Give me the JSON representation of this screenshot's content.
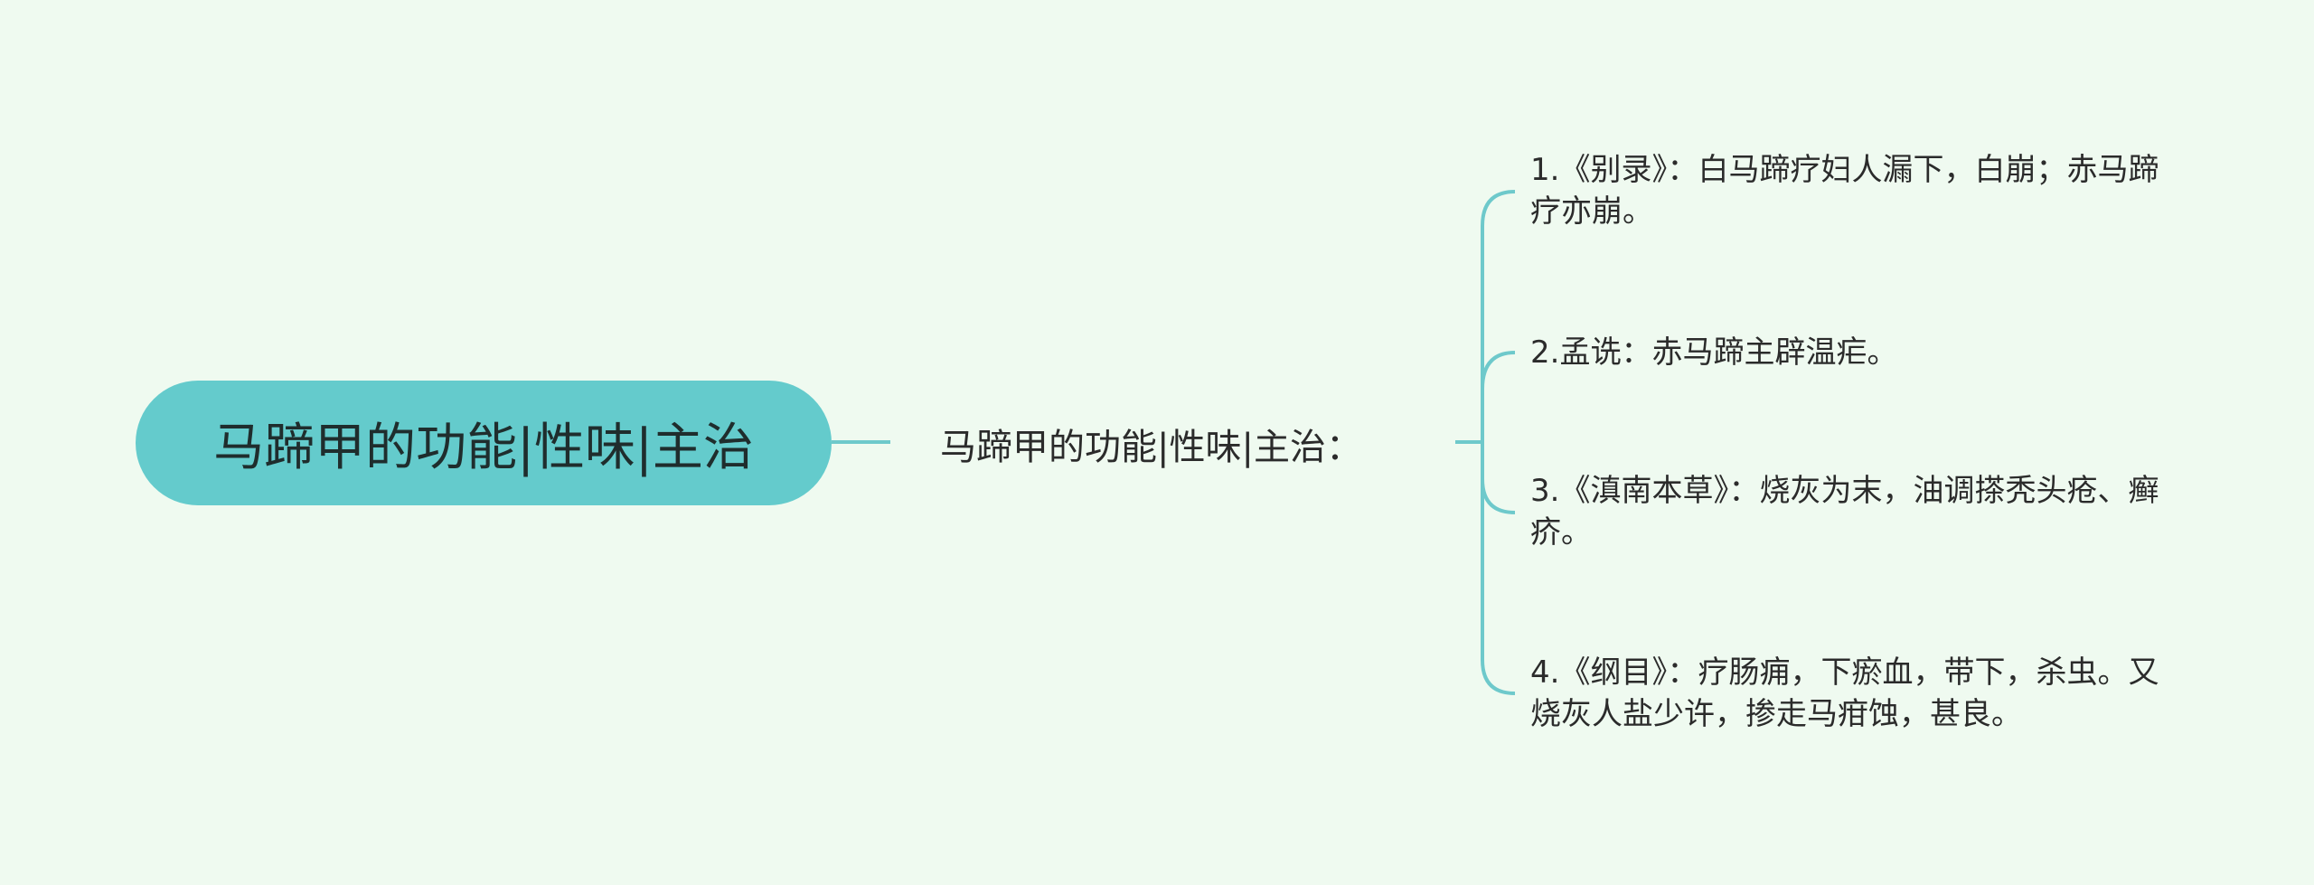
{
  "root": {
    "label": "马蹄甲的功能|性味|主治"
  },
  "subtopic": {
    "label": "马蹄甲的功能|性味|主治："
  },
  "items": [
    {
      "text": "1.《别录》：白马蹄疗妇人漏下，白崩；赤马蹄疗亦崩。"
    },
    {
      "text": "2.孟诜：赤马蹄主辟温疟。"
    },
    {
      "text": "3.《滇南本草》：烧灰为末，油调搽秃头疮、癣疥。"
    },
    {
      "text": "4.《纲目》：疗肠痈，下瘀血，带下，杀虫。又烧灰人盐少许，掺走马疳蚀，甚良。"
    }
  ],
  "colors": {
    "background": "#effaf0",
    "accent": "#64cbcc",
    "connector": "#6ec9cb"
  }
}
